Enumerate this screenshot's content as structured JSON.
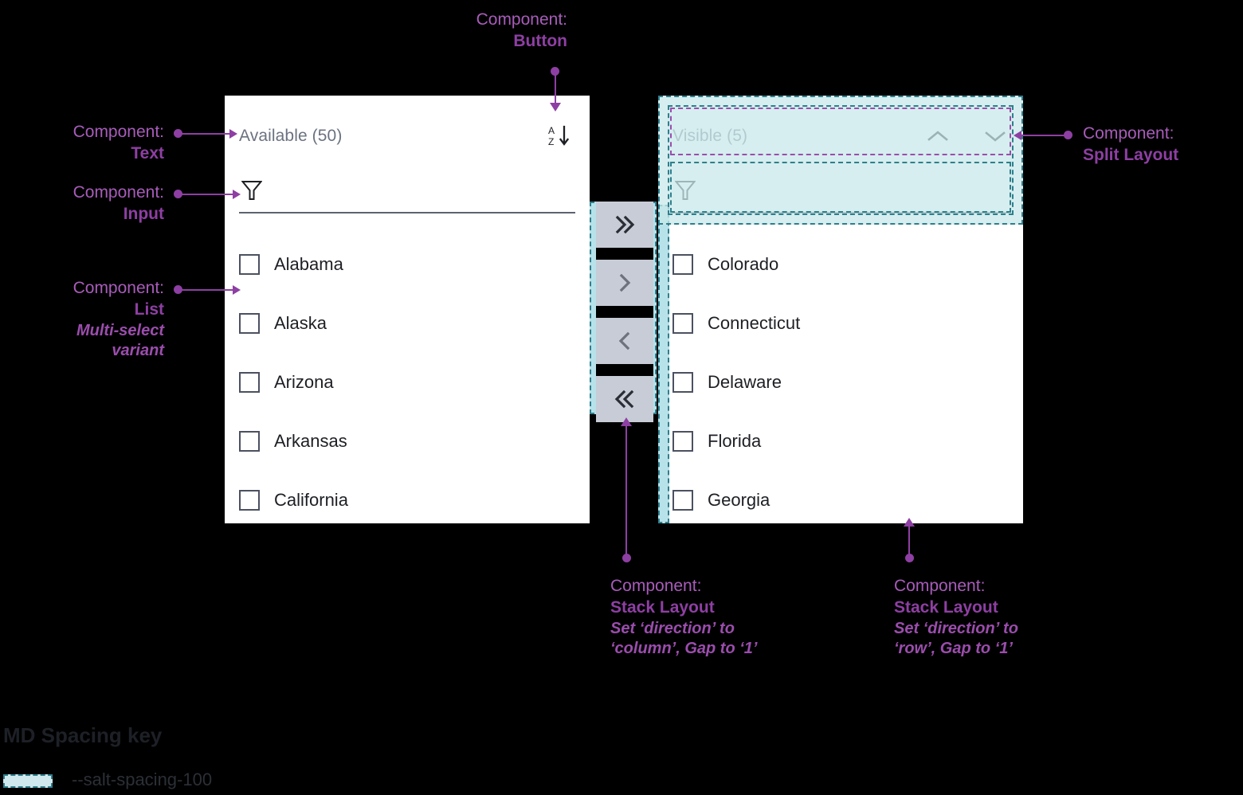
{
  "annotations": {
    "button": {
      "label": "Component:",
      "name": "Button"
    },
    "text": {
      "label": "Component:",
      "name": "Text"
    },
    "input": {
      "label": "Component:",
      "name": "Input"
    },
    "list": {
      "label": "Component:",
      "name": "List",
      "sub1": "Multi-select",
      "sub2": "variant"
    },
    "split_layout": {
      "label": "Component:",
      "name": "Split Layout"
    },
    "stack_column": {
      "label": "Component:",
      "name": "Stack Layout",
      "sub1": "Set ‘direction’ to",
      "sub2": "‘column’, Gap to ‘1’"
    },
    "stack_row": {
      "label": "Component:",
      "name": "Stack Layout",
      "sub1": "Set ‘direction’ to",
      "sub2": "‘row’, Gap to ‘1’"
    }
  },
  "available_panel": {
    "header_title": "Available (50)",
    "sort_icon": "sort-alpha-descending-icon",
    "sort_icon_top": "A",
    "sort_icon_bottom": "Z",
    "filter_icon": "funnel-filter-icon",
    "filter_value": "",
    "filter_placeholder": "",
    "items": [
      {
        "label": "Alabama",
        "checked": false
      },
      {
        "label": "Alaska",
        "checked": false
      },
      {
        "label": "Arizona",
        "checked": false
      },
      {
        "label": "Arkansas",
        "checked": false
      },
      {
        "label": "California",
        "checked": false
      }
    ]
  },
  "visible_panel": {
    "header_title": "Visible (5)",
    "move_up_icon": "chevron-up-icon",
    "move_down_icon": "chevron-down-icon",
    "filter_icon": "funnel-filter-icon",
    "filter_value": "",
    "filter_placeholder": "",
    "items": [
      {
        "label": "Colorado",
        "checked": false
      },
      {
        "label": "Connecticut",
        "checked": false
      },
      {
        "label": "Delaware",
        "checked": false
      },
      {
        "label": "Florida",
        "checked": false
      },
      {
        "label": "Georgia",
        "checked": false
      }
    ]
  },
  "transfer_buttons": [
    {
      "name": "move-all-right-button",
      "icon": "double-chevron-right-icon",
      "enabled": true
    },
    {
      "name": "move-right-button",
      "icon": "chevron-right-icon",
      "enabled": false
    },
    {
      "name": "move-left-button",
      "icon": "chevron-left-icon",
      "enabled": false
    },
    {
      "name": "move-all-left-button",
      "icon": "double-chevron-left-icon",
      "enabled": true
    }
  ],
  "spacing_key": {
    "title": "MD Spacing key",
    "token": "--salt-spacing-100"
  },
  "colors": {
    "annotation": "#8e3fa3",
    "annotation_light": "#a85cba",
    "spacing_teal": "#2e7f8c",
    "spacing_fill": "#cfe9ee",
    "button_bg": "#c7ccd6",
    "panel_bg": "#ffffff",
    "background": "#000000"
  }
}
